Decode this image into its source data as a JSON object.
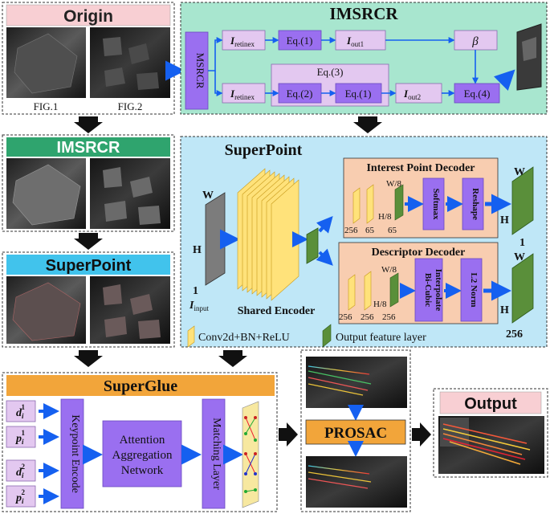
{
  "origin": {
    "title": "Origin",
    "fig1": "FIG.1",
    "fig2": "FIG.2"
  },
  "imsrcr_main": {
    "title": "IMSRCR",
    "msrcr": "MSRCR",
    "i_retinex_top": "I",
    "retinex_sub": "retinex",
    "eq1_top": "Eq.(1)",
    "i_out1": "I",
    "out1_sub": "out1",
    "beta": "β",
    "eq3": "Eq.(3)",
    "eq2": "Eq.(2)",
    "eq1_bottom": "Eq.(1)",
    "i_out2": "I",
    "out2_sub": "out2",
    "eq4": "Eq.(4)"
  },
  "left_imsrcr": {
    "title": "IMSRCR"
  },
  "left_superpoint": {
    "title": "SuperPoint"
  },
  "superpoint": {
    "title": "SuperPoint",
    "input_w": "W",
    "input_h": "H",
    "input_c": "1",
    "input_label": "I",
    "input_sub": "input",
    "shared_encoder": "Shared Encoder",
    "ipd_title": "Interest Point Decoder",
    "ipd_w8": "W/8",
    "ipd_h8": "H/8",
    "ipd_ch": [
      "256",
      "65",
      "65"
    ],
    "softmax": "Softmax",
    "reshape": "Reshape",
    "ipd_out_w": "W",
    "ipd_out_h": "H",
    "ipd_out_c": "1",
    "dd_title": "Descriptor Decoder",
    "dd_w8": "W/8",
    "dd_h8": "H/8",
    "dd_ch": [
      "256",
      "256",
      "256"
    ],
    "bicubic": [
      "Bi-Cubic",
      "Interpolate"
    ],
    "l2norm": "L2 Norm",
    "dd_out_w": "W",
    "dd_out_h": "H",
    "dd_out_c": "256",
    "legend_conv": "Conv2d+BN+ReLU",
    "legend_out": "Output feature layer"
  },
  "superglue": {
    "title": "SuperGlue",
    "d1": "d",
    "p1": "p",
    "d2": "d",
    "p2": "p",
    "sub_i": "i",
    "sup1": "1",
    "sup2": "2",
    "keypoint_encode": "Keypoint Encode",
    "attention": [
      "Attention",
      "Aggregation",
      "Network"
    ],
    "matching_layer": "Matching Layer"
  },
  "prosac": {
    "label": "PROSAC"
  },
  "output": {
    "title": "Output"
  },
  "colors": {
    "origin_pink": "#f8cfd3",
    "imsrcr_mint": "#a8e6cf",
    "imsrcr_green": "#2fa46e",
    "superpoint_blue": "#41c3ec",
    "superpoint_bg": "#bfe7f7",
    "superglue_orange": "#f2a53a",
    "decoder_peach": "#f8cdb0",
    "violet": "#9a6ff0",
    "arrow_blue": "#1560f0",
    "layer_yellow": "#ffe27a",
    "layer_green": "#5a8f3a"
  }
}
